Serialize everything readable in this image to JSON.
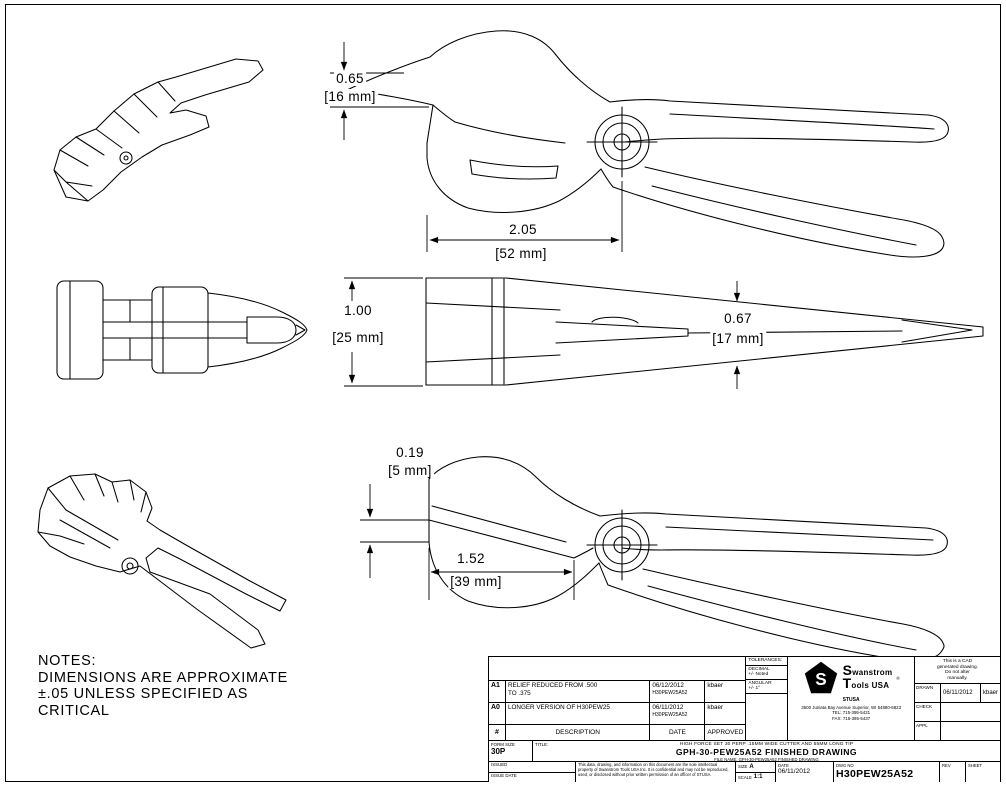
{
  "drawing": {
    "dims": {
      "d1_in": "0.65",
      "d1_mm": "[16 mm]",
      "d2_in": "2.05",
      "d2_mm": "[52 mm]",
      "d3_in": "1.00",
      "d3_mm": "[25 mm]",
      "d4_in": "0.67",
      "d4_mm": "[17 mm]",
      "d5_in": "0.19",
      "d5_mm": "[5 mm]",
      "d6_in": "1.52",
      "d6_mm": "[39 mm]"
    },
    "notes": {
      "heading": "NOTES:",
      "line1": "DIMENSIONS ARE APPROXIMATE",
      "line2": "±.05 UNLESS SPECIFIED AS",
      "line3": "CRITICAL"
    }
  },
  "titleblock": {
    "revisions": {
      "header": {
        "marker": "#",
        "description": "DESCRIPTION",
        "date": "DATE",
        "approved": "APPROVED"
      },
      "rows": [
        {
          "rev": "A1",
          "desc1": "RELIEF REDUCED FROM .500",
          "desc2": "TO .375",
          "date": "06/12/2012",
          "doc": "H30PEW25A52",
          "approved": "kbaer"
        },
        {
          "rev": "A0",
          "desc1": "LONGER VERSION OF H30PEW25",
          "desc2": "",
          "date": "06/11/2012",
          "doc": "H30PEW25A52",
          "approved": "kbaer"
        }
      ]
    },
    "tolerances": {
      "heading": "TOLERANCES:",
      "decimal_label": "DECIMAL",
      "decimal_value": "+/- Noted",
      "angular_label": "ANGULAR",
      "angular_value": "+/- 1°"
    },
    "company": {
      "logo_letter": "S",
      "name1": "Swanstrom",
      "name2": "Tools USA",
      "reg": "®",
      "abbr": "STUSA",
      "address1": "3500 Juniata Bay Avenue Superior, WI 54880-6823",
      "address2": "TEL: 715-395-5431",
      "address3": "FAX: 715-395-5437"
    },
    "cad_note": {
      "l1": "This is a CAD",
      "l2": "generated drawing.",
      "l3": "Do not alter",
      "l4": "manually."
    },
    "signoff": {
      "drawn_label": "DRAWN",
      "drawn_date": "06/11/2012",
      "drawn_by": "kbaer",
      "check_label": "CHECK",
      "appl_label": "APPL"
    },
    "form": {
      "label": "FORM SIZE",
      "value": "30P"
    },
    "title": {
      "label": "TITLE:",
      "line1": "HIGH FORCE SET 30 PERP .15MM WIDE CUTTER AND 55MM LONG TIP",
      "line2": "GPH-30-PEW25A52  FINISHED  DRAWING",
      "file": "FILE NAME: GPH-30-PEW25A52 FINISHED DRAWING"
    },
    "issued": {
      "issued_label": "ISSUED",
      "issue_date_label": "ISSUE DATE"
    },
    "legal": "This data, drawing, and information on this document are the sole intellectual property of Swanstrom Tools USA Inc. It is confidential and may not be reproduced, used, or disclosed without prior written permission of an officer of STUSA.",
    "fields": {
      "size_label": "SIZE",
      "size_value": "A",
      "scale_label": "SCALE",
      "scale_value": "1:1",
      "date_label": "DATE",
      "date_value": "06/11/2012",
      "dwg_label": "DWG NO",
      "dwg_value": "H30PEW25A52",
      "rev_label": "REV",
      "rev_value": "",
      "sheet_label": "SHEET",
      "sheet_value": ""
    }
  }
}
